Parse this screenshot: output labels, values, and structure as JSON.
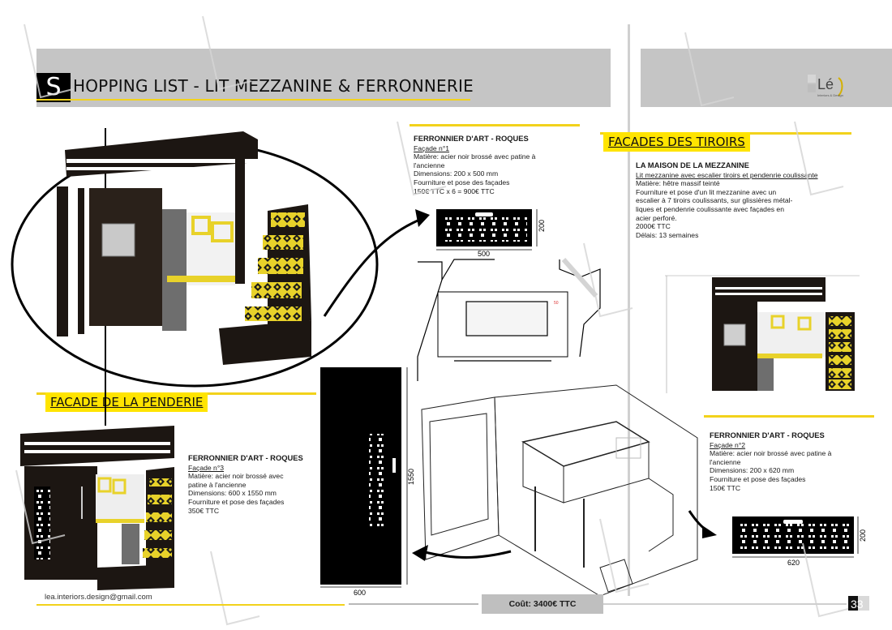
{
  "header": {
    "title_initial": "S",
    "title_rest": "HOPPING LIST - LIT MEZZANINE & FERRONNERIE"
  },
  "logo": {
    "text": "Lé",
    "sub": "Interiors & Design"
  },
  "section_tiroirs": {
    "title": "FACADES DES TIROIRS"
  },
  "section_penderie": {
    "title": "FACADE DE LA PENDERIE"
  },
  "block_facade1": {
    "heading": "FERRONNIER D'ART - ROQUES",
    "subtitle": "Façade n°1",
    "lines": [
      "Matière: acier noir brossé avec patine à",
      "l'ancienne",
      "Dimensions: 200 x 500 mm",
      "Fourniture et pose des façades",
      "150€ TTC x 6 = 900€ TTC"
    ],
    "dim_width": "500",
    "dim_height": "200"
  },
  "block_mezzanine": {
    "heading": "LA MAISON DE LA MEZZANINE",
    "subtitle": "Lit mezzanine avec escalier tiroirs et pendenrie coulissante",
    "lines": [
      "Matière: hêtre massif teinté",
      "Fourniture et pose d'un lit mezzanine  avec un",
      "escalier à 7 tiroirs coulissants, sur glissières métal-",
      "liques et pendenrie coulissante avec façades en",
      "acier perforé.",
      "2000€ TTC",
      "Délais: 13 semaines"
    ]
  },
  "block_facade3": {
    "heading": "FERRONNIER D'ART - ROQUES",
    "subtitle": "Façade n°3",
    "lines": [
      "Matière: acier noir brossé avec",
      "patine à l'ancienne",
      "Dimensions: 600 x 1550 mm",
      "Fourniture et pose des façades",
      "350€ TTC"
    ],
    "dim_width": "600",
    "dim_height": "1550"
  },
  "block_facade2": {
    "heading": "FERRONNIER D'ART - ROQUES",
    "subtitle": "Façade n°2",
    "lines": [
      "Matière: acier noir brossé avec patine à",
      "l'ancienne",
      "Dimensions: 200 x 620 mm",
      "Fourniture et pose des façades",
      "150€ TTC"
    ],
    "dim_width": "620",
    "dim_height": "200"
  },
  "footer": {
    "email": "lea.interiors.design@gmail.com",
    "cost": "Coût: 3400€ TTC",
    "page_number": "33"
  },
  "colors": {
    "accent_yellow": "#ffe400",
    "band_grey": "#c5c5c5",
    "dark_wood": "#1c1612"
  }
}
